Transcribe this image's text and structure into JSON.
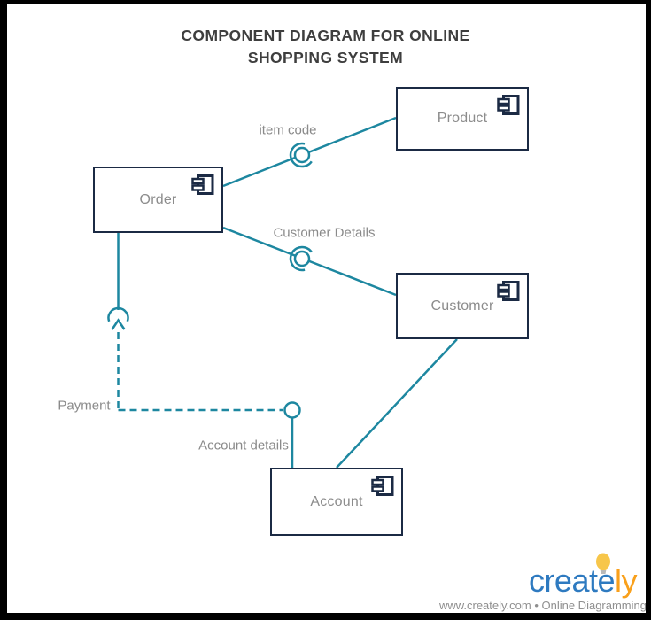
{
  "title": "COMPONENT DIAGRAM FOR ONLINE SHOPPING SYSTEM",
  "diagram": {
    "components": [
      {
        "label": "Product"
      },
      {
        "label": "Order"
      },
      {
        "label": "Customer"
      },
      {
        "label": "Account"
      }
    ],
    "connectors": [
      {
        "label": "item code",
        "type": "ball-and-socket",
        "from": "Order",
        "to": "Product"
      },
      {
        "label": "Customer Details",
        "type": "ball-and-socket",
        "from": "Order",
        "to": "Customer"
      },
      {
        "label": "Payment",
        "type": "dashed-dependency-to-socket",
        "from": "Account details interface",
        "to": "Order"
      },
      {
        "label": "Account details",
        "type": "ball-interface",
        "from": "Account"
      },
      {
        "label": "",
        "type": "association",
        "from": "Customer",
        "to": "Account"
      }
    ]
  },
  "colors": {
    "wire_teal": "#1d87a0",
    "box_border_navy": "#1b2a44",
    "label_gray": "#8a8a8a",
    "title_gray": "#3e3e3e",
    "logo_blue": "#2e7ac0",
    "logo_orange": "#f9a01b",
    "frame_black": "#000000"
  },
  "footer": {
    "logo_text_blue": "create",
    "logo_text_orange": "ly",
    "tagline": "www.creately.com • Online Diagramming"
  }
}
